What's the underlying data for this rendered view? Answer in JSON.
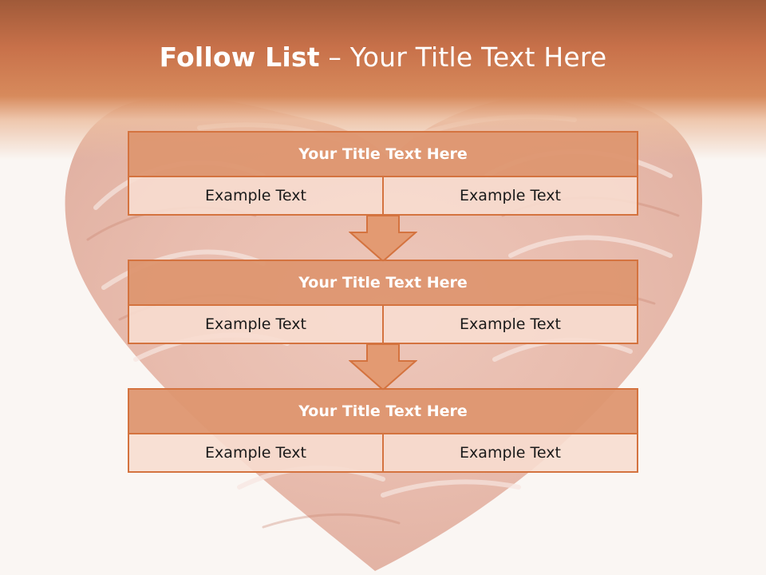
{
  "slide": {
    "title_bold": "Follow List",
    "title_rest": " – Your Title Text Here"
  },
  "blocks": [
    {
      "title": "Your Title Text Here",
      "left": "Example Text",
      "right": "Example Text"
    },
    {
      "title": "Your Title Text Here",
      "left": "Example Text",
      "right": "Example Text"
    },
    {
      "title": "Your Title Text Here",
      "left": "Example Text",
      "right": "Example Text"
    }
  ],
  "colors": {
    "accent": "#d4733f",
    "header_dark": "#a05a39",
    "header_light": "#d78a5c",
    "block_title_fill": "#dc9169",
    "cell_fill": "#f8ded2",
    "background": "#faf6f3"
  },
  "icons": [
    "down-arrow-icon",
    "down-arrow-icon"
  ]
}
